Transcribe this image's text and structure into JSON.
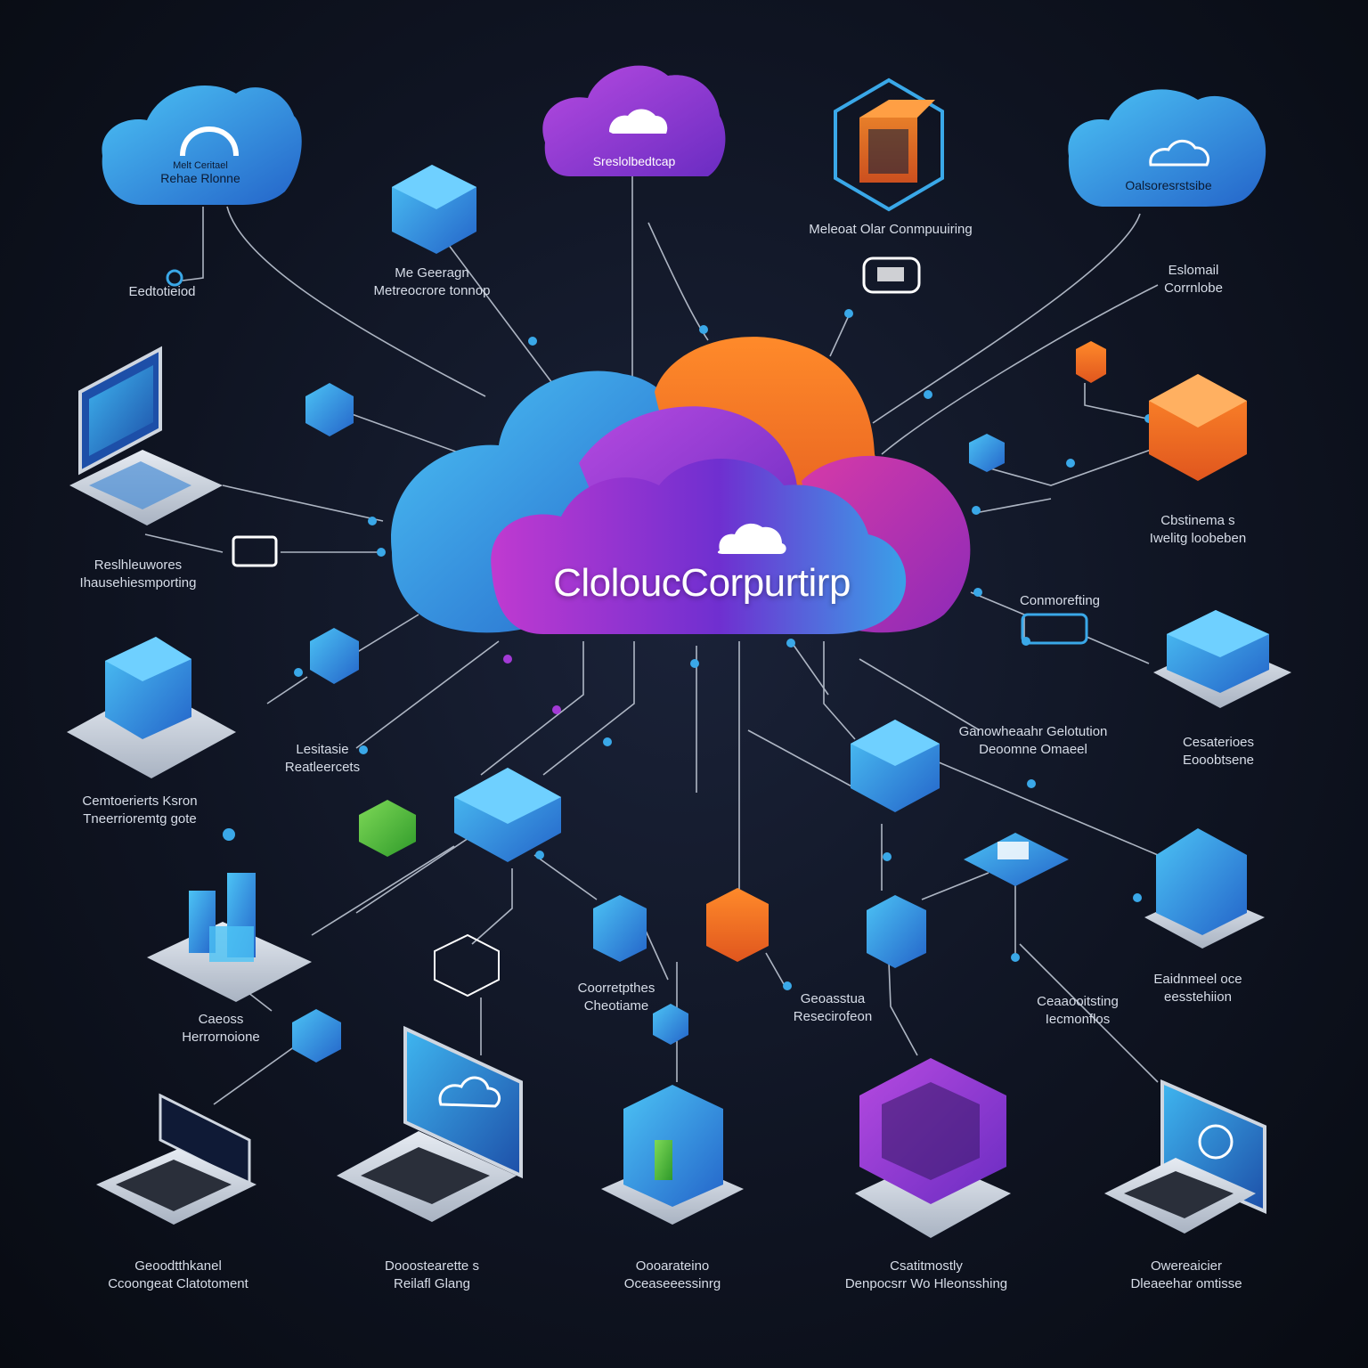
{
  "hub": {
    "label": "CloloucCorpurtirp"
  },
  "clouds": {
    "top_left": {
      "line1": "Melt Ceritael",
      "line2": "Rehae Rlonne"
    },
    "top_center": {
      "line1": "Sreslolbedtcap"
    },
    "top_right": {
      "line1": "Oalsoresrstsibe"
    }
  },
  "labels": {
    "hexcube_top": {
      "line1": "Meleoat Olar Conmpuuiring"
    },
    "cube_top": {
      "line1": "Me Geeragn",
      "line2": "Metreocrore tonnop"
    },
    "editorial": {
      "line1": "Eedtotieiod"
    },
    "storage_top_right": {
      "line1": "Eslomail",
      "line2": "Corrnlobe"
    },
    "laptop_left": {
      "line1": "Reslhleuwores",
      "line2": "Ihausehiesmporting"
    },
    "cube_orange_right": {
      "line1": "Cbstinema s",
      "line2": "Iwelitg loobeben"
    },
    "conmorefting": {
      "line1": "Conmorefting"
    },
    "cube_left": {
      "line1": "Lesitasie",
      "line2": "Reatleercets"
    },
    "center_right": {
      "line1": "Ganowheaahr Gelotution",
      "line2": "Deoomne Omaeel"
    },
    "storage_right": {
      "line1": "Cesaterioes",
      "line2": "Eooobtsene"
    },
    "cube_left_lower": {
      "line1": "Cemtoerierts Ksron",
      "line2": "Tneerrioremtg gote"
    },
    "city": {
      "line1": "Caeoss",
      "line2": "Herrornoione"
    },
    "server_center": {
      "line1": "Coorretpthes",
      "line2": "Cheotiame"
    },
    "orange_center": {
      "line1": "Geoasstua",
      "line2": "Resecirofeon"
    },
    "cube_right_lower": {
      "line1": "Eaidnmeel oce",
      "line2": "eesstehiion"
    },
    "stack_right": {
      "line1": "Ceaaooitsting",
      "line2": "Iecmonflos"
    },
    "bottom_1": {
      "line1": "Geoodtthkanel",
      "line2": "Ccoongeat Clatotoment"
    },
    "bottom_2": {
      "line1": "Dooostearette s",
      "line2": "Reilafl Glang"
    },
    "bottom_3": {
      "line1": "Oooarateino",
      "line2": "Oceaseeessinrg"
    },
    "bottom_4": {
      "line1": "Csatitmostly",
      "line2": "Denpocsrr Wo Hleonsshing"
    },
    "bottom_5": {
      "line1": "Owereaicier",
      "line2": "Dleaeehar omtisse"
    }
  },
  "colors": {
    "background": "#0f1422",
    "blue": "#3aa8e8",
    "purple": "#a33ad6",
    "orange": "#f2832a",
    "pink": "#d63aa8",
    "green": "#5bbf3a",
    "line": "#c9d1de",
    "node": "#3aa8e8"
  },
  "icons": [
    "cloud-icon",
    "laptop-icon",
    "cube-icon",
    "server-icon",
    "storage-platform-icon",
    "city-buildings-icon",
    "speech-bubble-icon",
    "hexagon-cube-icon"
  ]
}
